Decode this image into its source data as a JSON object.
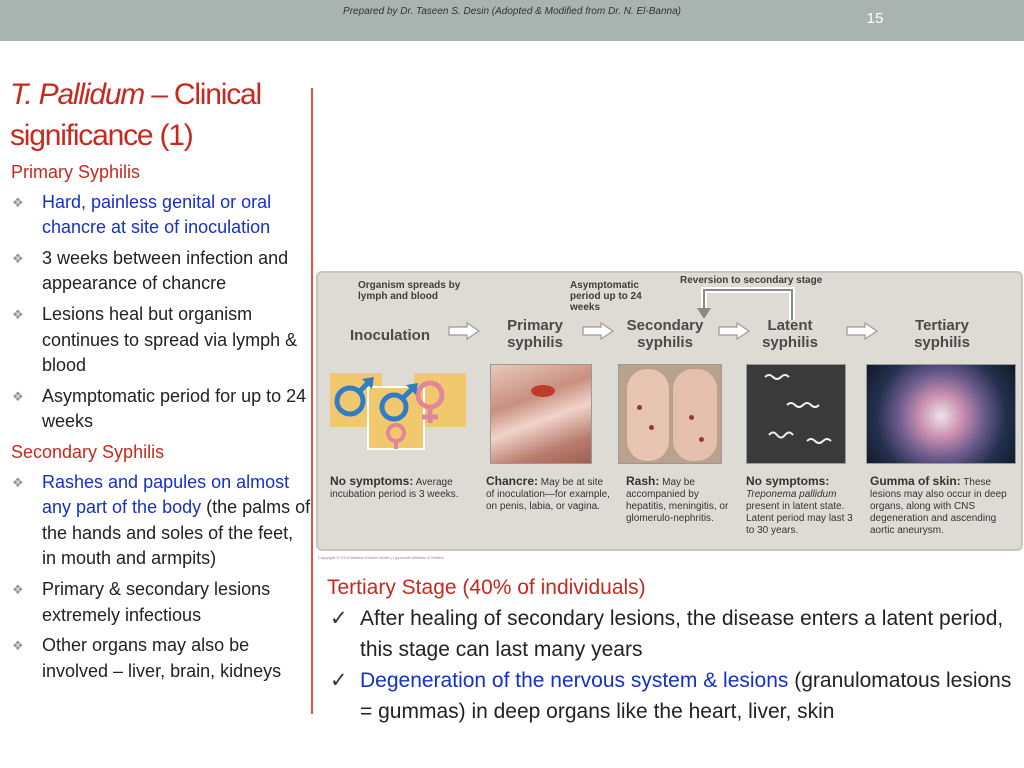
{
  "header": {
    "credit": "Prepared by Dr. Taseen S. Desin (Adopted & Modified from Dr. N. El-Banna)",
    "slide_number": "15"
  },
  "title": {
    "italic": "T. Pallidum",
    "rest": " – Clinical significance (1)"
  },
  "primary": {
    "heading": "Primary Syphilis",
    "bullets": [
      "Hard, painless genital or oral chancre at site of inoculation",
      "3 weeks between infection and appearance of chancre",
      "Lesions heal but organism continues to spread via lymph & blood",
      "Asymptomatic period for up to 24 weeks"
    ]
  },
  "secondary": {
    "heading": "Secondary Syphilis",
    "bullet1_blue": "Rashes and papules on almost any  part of the body",
    "bullet1_rest": " (the palms of the hands and soles of the feet, in mouth and armpits)",
    "bullets": [
      "Primary & secondary lesions extremely infectious",
      "Other organs may also be involved – liver, brain, kidneys"
    ]
  },
  "figure": {
    "note_spread": "Organism spreads by lymph and blood",
    "note_asymptomatic": "Asymptomatic period up to 24 weeks",
    "note_reversion": "Reversion to secondary stage",
    "stages": [
      "Inoculation",
      "Primary syphilis",
      "Secondary syphilis",
      "Latent syphilis",
      "Tertiary syphilis"
    ],
    "descriptions": [
      {
        "bold": "No symptoms:",
        "text": " Average incubation period is 3 weeks."
      },
      {
        "bold": "Chancre:",
        "text": " May be at site of inoculation—for example, on penis, labia, or vagina."
      },
      {
        "bold": "Rash:",
        "text": " May be accompanied by hepatitis, meningitis, or glomerulo-nephritis."
      },
      {
        "bold": "No symptoms:",
        "italic": "Treponema pallidum",
        "text": " present in latent state. Latent period may last 3 to 30 years."
      },
      {
        "bold": "Gumma of skin:",
        "text": " These lesions may also occur in deep organs, along with CNS degeneration and ascending aortic aneurysm."
      }
    ],
    "copyright": "Copyright © 2013 Wolters Kluwer Health | Lippincott Williams & Wilkins"
  },
  "tertiary": {
    "heading": "Tertiary Stage (40% of individuals)",
    "bullet1": "After healing of secondary lesions, the disease enters a latent period,  this stage can last many years",
    "bullet2_blue": "Degeneration of the nervous system & lesions",
    "bullet2_rest": " (granulomatous lesions = gummas)  in deep organs like the heart, liver, skin"
  },
  "colors": {
    "header_band": "#a9b3b0",
    "title_red": "#c8281e",
    "highlight_blue": "#1530c8",
    "figure_bg": "#dedbd4"
  },
  "icons": {
    "bullet": "diamond-bullet-icon",
    "check": "checkmark-icon",
    "arrow": "right-arrow-icon"
  }
}
